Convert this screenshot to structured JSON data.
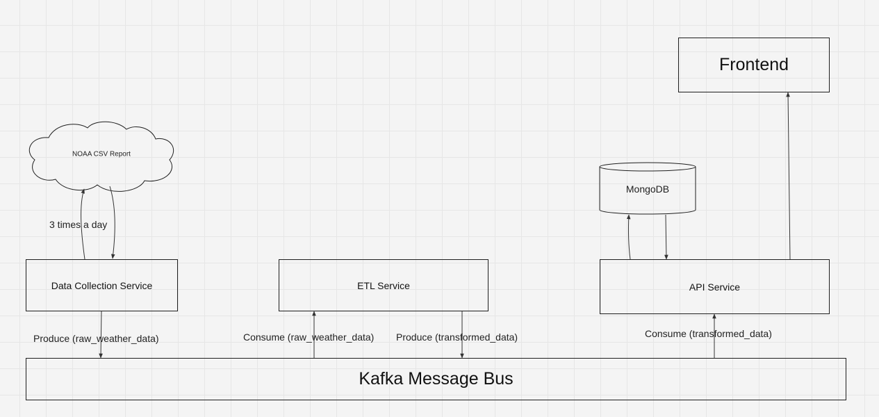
{
  "nodes": {
    "noaa": "NOAA CSV Report",
    "data_collection": "Data Collection Service",
    "etl": "ETL Service",
    "api": "API Service",
    "mongodb": "MongoDB",
    "frontend": "Frontend",
    "kafka": "Kafka Message Bus"
  },
  "edges": {
    "schedule": "3 times a day",
    "produce_raw": "Produce (raw_weather_data)",
    "consume_raw": "Consume (raw_weather_data)",
    "produce_transformed": "Produce (transformed_data)",
    "consume_transformed": "Consume (transformed_data)"
  }
}
